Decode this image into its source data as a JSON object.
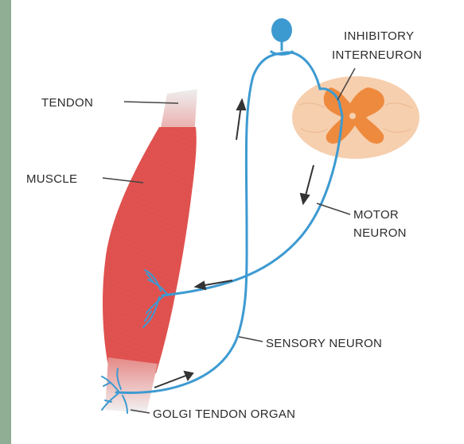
{
  "labels": {
    "inhibitory": "INHIBITORY",
    "interneuron": "INTERNEURON",
    "tendon": "TENDON",
    "muscle": "MUSCLE",
    "motor": "MOTOR",
    "neuron": "NEURON",
    "sensory_neuron": "SENSORY NEURON",
    "golgi_tendon_organ": "GOLGI TENDON ORGAN"
  },
  "colors": {
    "neuron": "#3d9ad1",
    "muscle": "#e0524f",
    "tendon": "#e8e8e8",
    "spinal_outer": "#f6cfae",
    "spinal_inner": "#ee8a3e",
    "leader": "#444444",
    "arrow": "#333333",
    "background": "#8fae94"
  }
}
